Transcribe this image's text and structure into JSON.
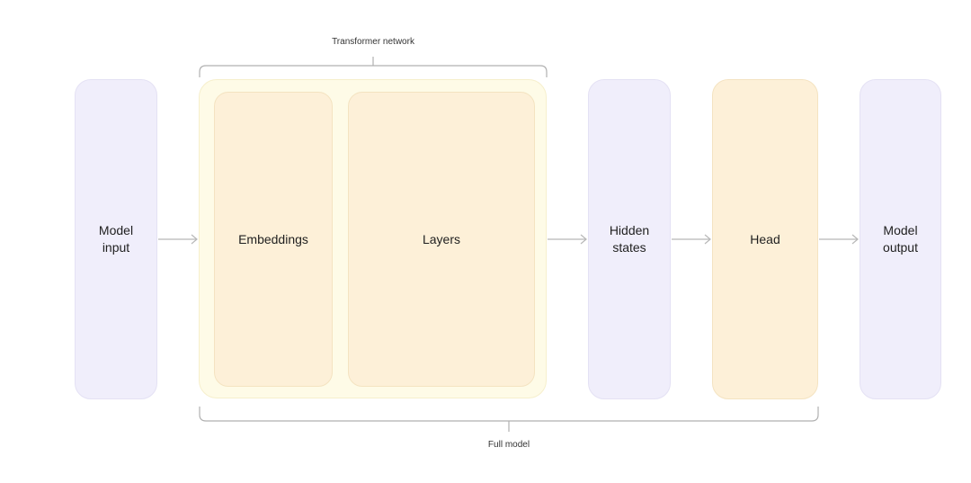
{
  "diagram": {
    "transformer_label": "Transformer network",
    "full_model_label": "Full model",
    "nodes": {
      "model_input": "Model\ninput",
      "embeddings": "Embeddings",
      "layers": "Layers",
      "hidden_states": "Hidden\nstates",
      "head": "Head",
      "model_output": "Model\noutput"
    },
    "colors": {
      "io_fill": "#f0eefb",
      "transformer_fill": "#fefbe7",
      "component_fill": "#fdf0d8",
      "arrow": "#b8b8b8",
      "bracket": "#b0b0b0"
    }
  }
}
